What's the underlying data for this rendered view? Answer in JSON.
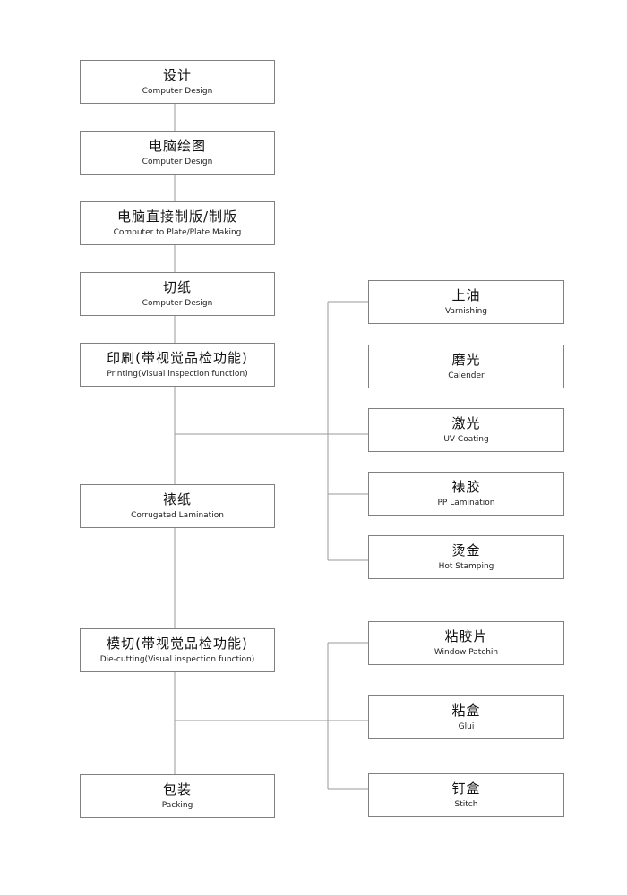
{
  "colors": {
    "line": "#9a9a9a",
    "border": "#808080",
    "text": "#111111"
  },
  "main_steps": [
    {
      "zh": "设计",
      "en": "Computer Design"
    },
    {
      "zh": "电脑绘图",
      "en": "Computer Design"
    },
    {
      "zh": "电脑直接制版/制版",
      "en": "Computer to Plate/Plate Making"
    },
    {
      "zh": "切纸",
      "en": "Computer Design"
    },
    {
      "zh": "印刷(带视觉品检功能)",
      "en": "Printing(Visual inspection function)"
    },
    {
      "zh": "裱纸",
      "en": "Corrugated Lamination"
    },
    {
      "zh": "模切(带视觉品检功能)",
      "en": "Die-cutting(Visual inspection function)"
    },
    {
      "zh": "包装",
      "en": "Packing"
    }
  ],
  "finishing_options": [
    {
      "zh": "上油",
      "en": "Varnishing"
    },
    {
      "zh": "磨光",
      "en": "Calender"
    },
    {
      "zh": "激光",
      "en": "UV Coating"
    },
    {
      "zh": "裱胶",
      "en": "PP Lamination"
    },
    {
      "zh": "烫金",
      "en": "Hot Stamping"
    }
  ],
  "post_options": [
    {
      "zh": "粘胶片",
      "en": "Window Patchin"
    },
    {
      "zh": "粘盒",
      "en": "Glui"
    },
    {
      "zh": "钉盒",
      "en": "Stitch"
    }
  ]
}
